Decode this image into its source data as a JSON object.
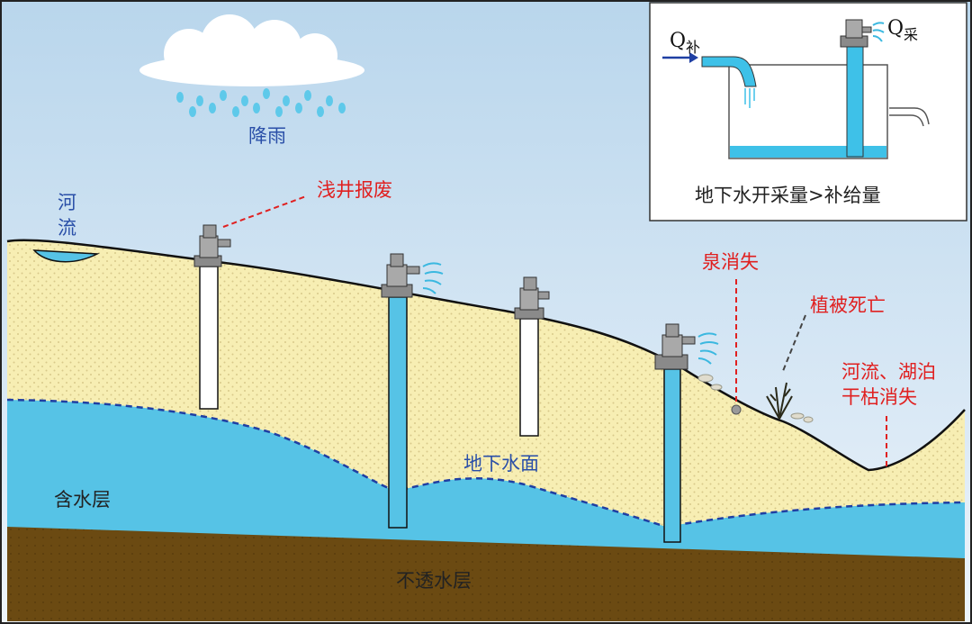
{
  "labels": {
    "rain": "降雨",
    "river_line1": "河",
    "river_line2": "流",
    "shallow_well": "浅井报废",
    "spring": "泉消失",
    "vegetation": "植被死亡",
    "dry_line1": "河流、湖泊",
    "dry_line2": "干枯消失",
    "water_table": "地下水面",
    "aquifer": "含水层",
    "impermeable": "不透水层"
  },
  "inset": {
    "q_in": "Q",
    "q_in_sub": "补",
    "q_out": "Q",
    "q_out_sub": "采",
    "caption": "地下水开采量>补给量"
  },
  "colors": {
    "sky_top": "#c9ddee",
    "sky_bottom": "#e8f2fa",
    "soil": "#f7eeb3",
    "aquifer": "#56c3e6",
    "impermeable": "#6b4a12",
    "label_red": "#e02020",
    "label_blue": "#2a4fa8"
  }
}
